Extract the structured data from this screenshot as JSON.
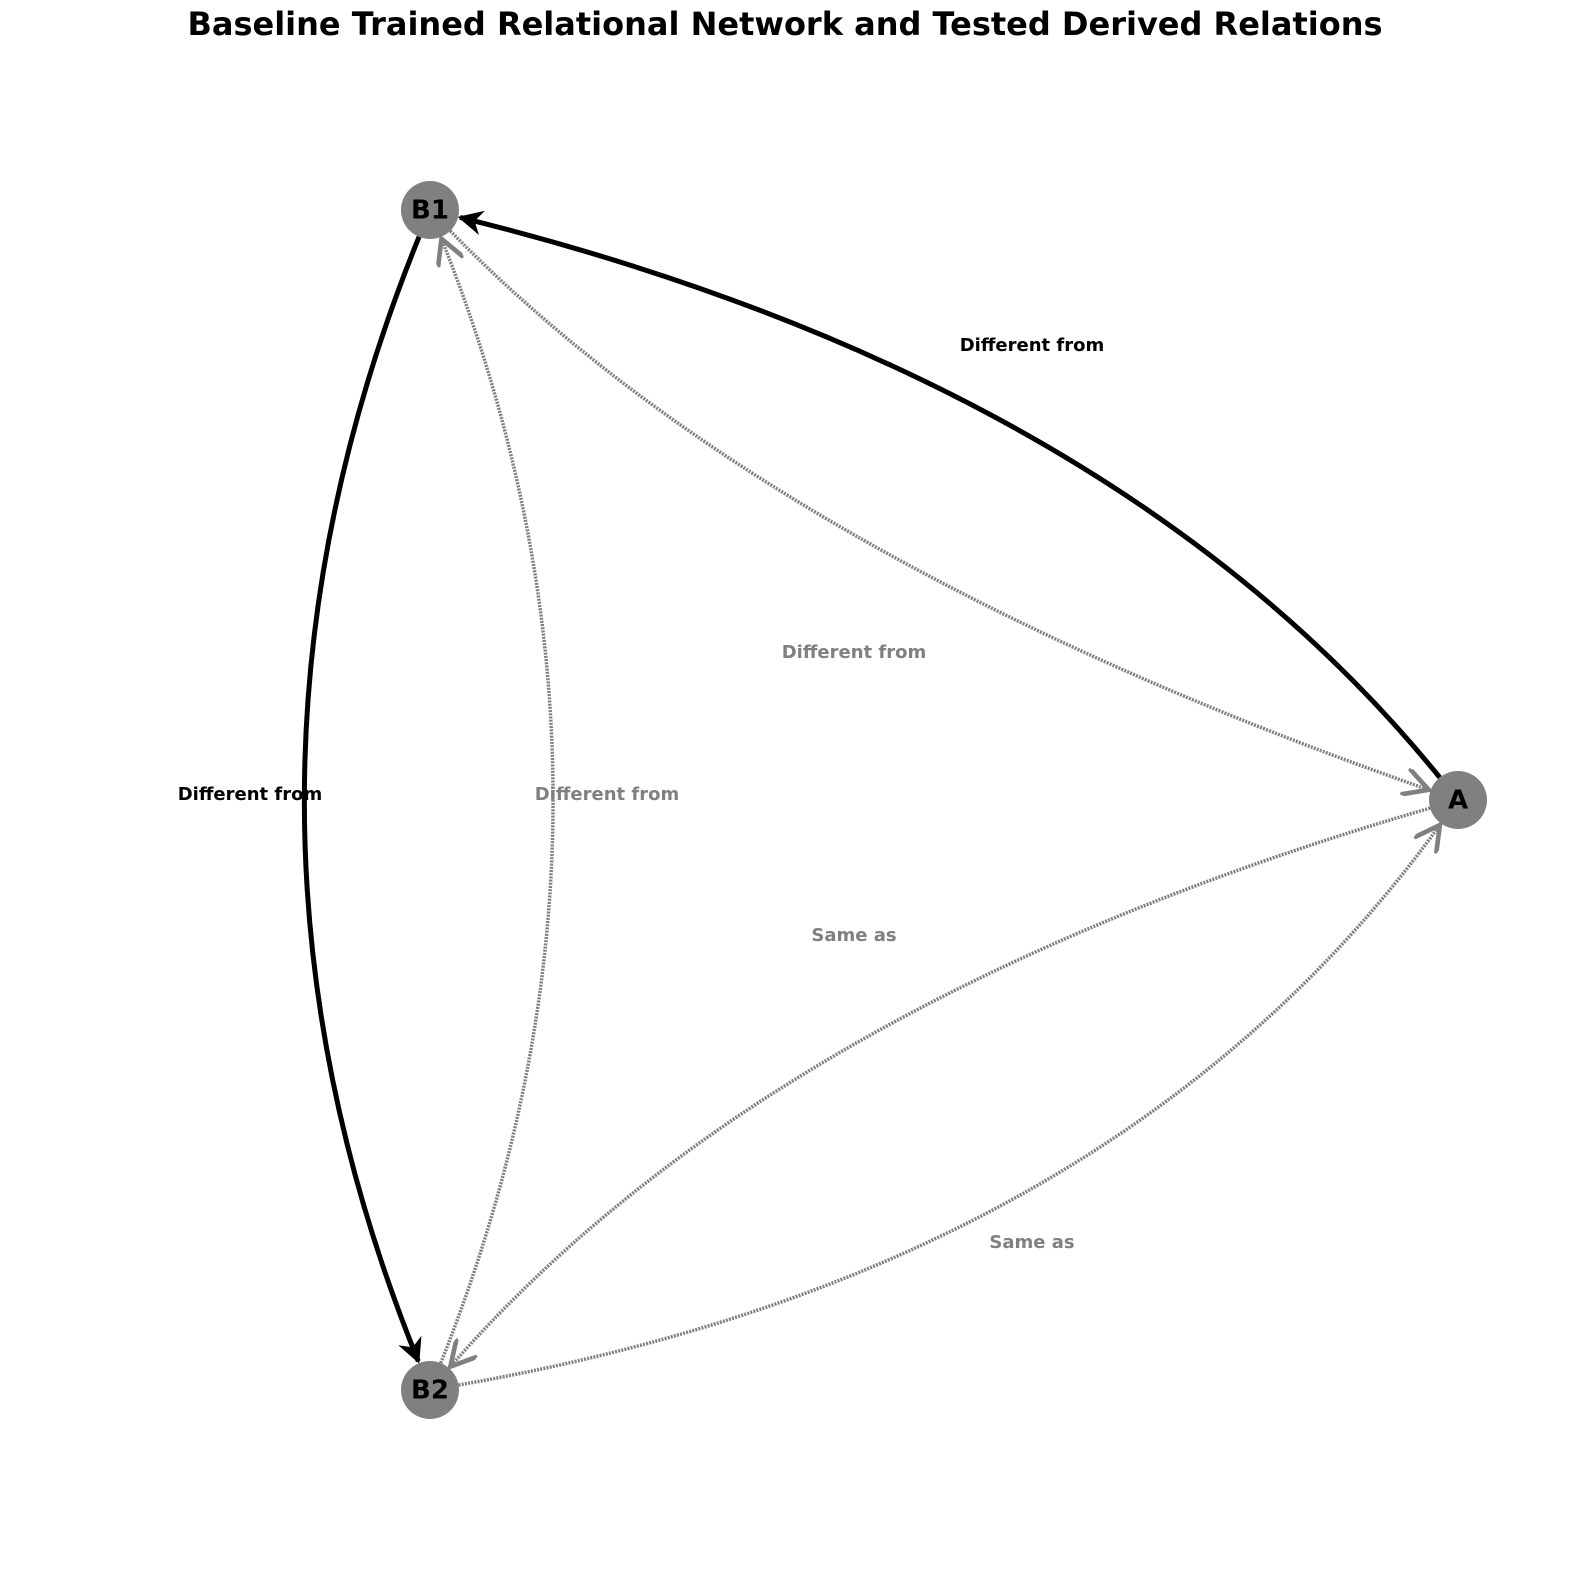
{
  "title": "Baseline Trained Relational Network and Tested Derived Relations",
  "colors": {
    "trained": "#000000",
    "derived": "#808080",
    "node": "#808080"
  },
  "nodes": [
    {
      "id": "B1",
      "label": "B1"
    },
    {
      "id": "B2",
      "label": "B2"
    },
    {
      "id": "A",
      "label": "A"
    }
  ],
  "edges": [
    {
      "from": "A",
      "to": "B1",
      "relation": "Different from",
      "type": "trained"
    },
    {
      "from": "B1",
      "to": "B2",
      "relation": "Different from",
      "type": "trained"
    },
    {
      "from": "B1",
      "to": "A",
      "relation": "Different from",
      "type": "derived"
    },
    {
      "from": "B2",
      "to": "B1",
      "relation": "Different from",
      "type": "derived"
    },
    {
      "from": "A",
      "to": "B2",
      "relation": "Same as",
      "type": "derived"
    },
    {
      "from": "B2",
      "to": "A",
      "relation": "Same as",
      "type": "derived"
    }
  ]
}
